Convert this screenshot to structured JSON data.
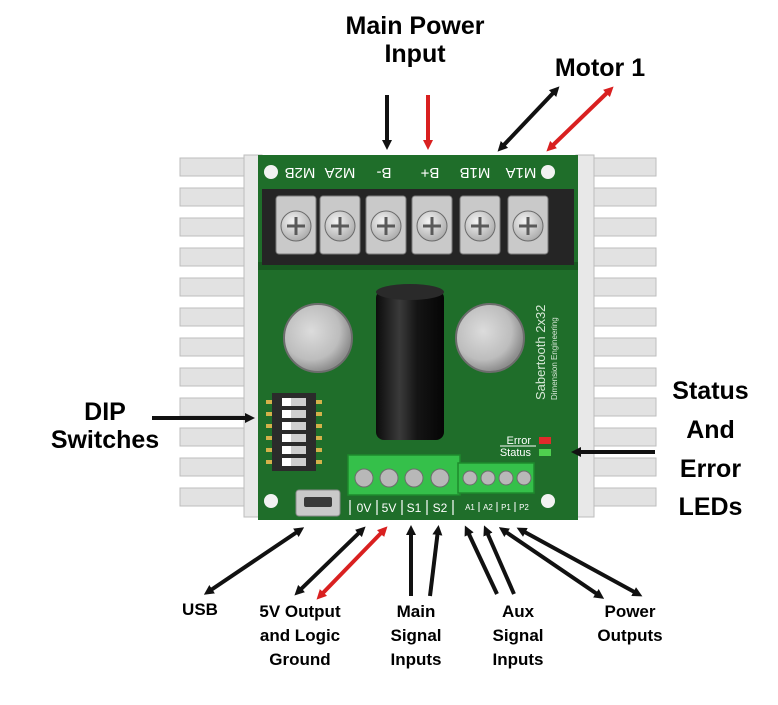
{
  "labels": {
    "main_power_input_line1": "Main Power",
    "main_power_input_line2": "Input",
    "motor1": "Motor 1",
    "dip_line1": "DIP",
    "dip_line2": "Switches",
    "status_line1": "Status",
    "status_line2": "And",
    "status_line3": "Error",
    "status_line4": "LEDs",
    "usb": "USB",
    "fivev_line1": "5V Output",
    "fivev_line2": "and Logic",
    "fivev_line3": "Ground",
    "main_signal_line1": "Main",
    "main_signal_line2": "Signal",
    "main_signal_line3": "Inputs",
    "aux_signal_line1": "Aux",
    "aux_signal_line2": "Signal",
    "aux_signal_line3": "Inputs",
    "power_outputs_line1": "Power",
    "power_outputs_line2": "Outputs"
  },
  "board": {
    "terminal_labels": [
      "M2B",
      "M2A",
      "B-",
      "B+",
      "M1B",
      "M1A"
    ],
    "brand_line1": "Sabertooth 2x32",
    "brand_line2": "Dimension Engineering",
    "error_led_label": "Error",
    "status_led_label": "Status",
    "signal_pins": [
      "0V",
      "5V",
      "S1",
      "S2"
    ],
    "aux_pins": [
      "A1",
      "A2",
      "P1",
      "P2"
    ]
  },
  "colors": {
    "pcb": "#1f6e2a",
    "pcb_dark": "#175a20",
    "heatsink": "#e2e2e2",
    "terminal_block": "#252525",
    "connector_green": "#35c04a",
    "arrow_black": "#111111",
    "arrow_red": "#d92020",
    "error_led": "#e02b2b",
    "status_led": "#4fd04f"
  }
}
